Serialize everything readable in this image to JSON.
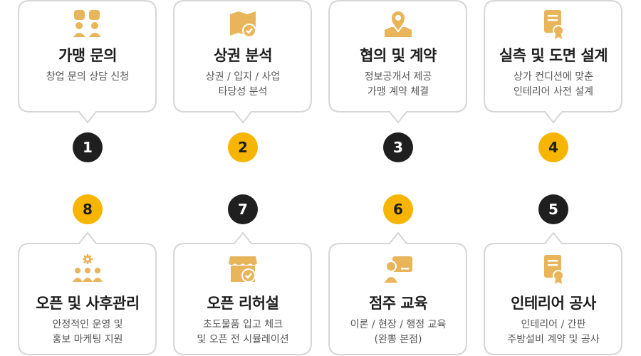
{
  "colors": {
    "dark": "#1f1f1f",
    "accent": "#f7b500",
    "icon": "#e8b55a",
    "border": "#d6d6d6"
  },
  "top_steps": [
    {
      "number": "1",
      "title": "가맹 문의",
      "desc1": "창업 문의 상담 신청",
      "desc2": "",
      "icon": "people-icon"
    },
    {
      "number": "2",
      "title": "상권 분석",
      "desc1": "상권 / 입지 / 사업",
      "desc2": "타당성 분석",
      "icon": "map-check-icon"
    },
    {
      "number": "3",
      "title": "협의 및 계약",
      "desc1": "정보공개서 제공",
      "desc2": "가맹 계약 체결",
      "icon": "location-pin-icon"
    },
    {
      "number": "4",
      "title": "실측 및 도면 설계",
      "desc1": "상가 컨디션에 맞춘",
      "desc2": "인테리어 사전 설계",
      "icon": "certificate-icon"
    }
  ],
  "bottom_steps": [
    {
      "number": "8",
      "title": "오픈 및 사후관리",
      "desc1": "안정적인 운영 및",
      "desc2": "홍보 마케팅 지원",
      "icon": "team-gear-icon"
    },
    {
      "number": "7",
      "title": "오픈 리허설",
      "desc1": "초도물품 입고 체크",
      "desc2": "및 오픈 전 시뮬레이션",
      "icon": "store-check-icon"
    },
    {
      "number": "6",
      "title": "점주 교육",
      "desc1": "이론 / 현장 / 행정 교육",
      "desc2": "(완뽕 본점)",
      "icon": "presenter-icon"
    },
    {
      "number": "5",
      "title": "인테리어 공사",
      "desc1": "인테리어 / 간판",
      "desc2": "주방설비 계약 및 공사",
      "icon": "certificate-icon"
    }
  ]
}
